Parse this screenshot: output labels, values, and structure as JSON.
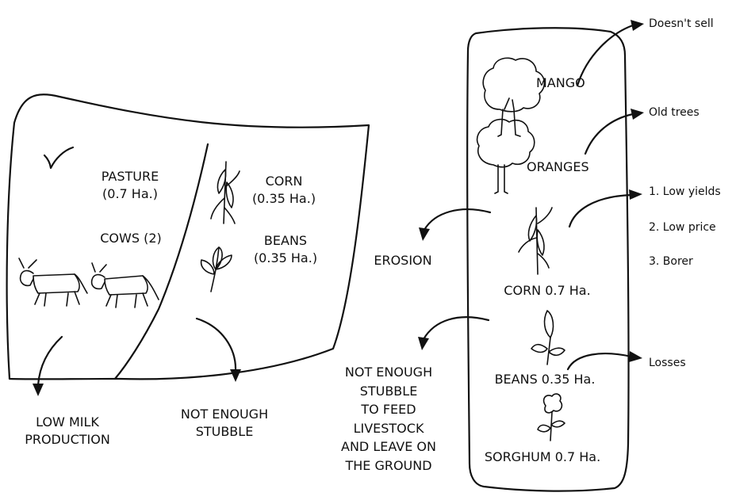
{
  "left_plot": {
    "pasture": {
      "name": "PASTURE",
      "area": "(0.7 Ha.)"
    },
    "cows": "COWS (2)",
    "corn": {
      "name": "CORN",
      "area": "(0.35 Ha.)"
    },
    "beans": {
      "name": "BEANS",
      "area": "(0.35 Ha.)"
    },
    "outcome_milk": [
      "LOW MILK",
      "PRODUCTION"
    ],
    "outcome_stubble": [
      "NOT ENOUGH",
      "STUBBLE"
    ]
  },
  "right_plot": {
    "mango": "MANGO",
    "mango_note": "Doesn't sell",
    "oranges": "ORANGES",
    "oranges_note": "Old trees",
    "corn": "CORN 0.7 Ha.",
    "corn_notes": [
      "1. Low yields",
      "2. Low price",
      "3.  Borer"
    ],
    "erosion": "EROSION",
    "beans": "BEANS 0.35 Ha.",
    "beans_note": "Losses",
    "sorghum": "SORGHUM 0.7 Ha.",
    "stubble_note": [
      "NOT ENOUGH",
      "STUBBLE",
      "TO FEED",
      "LIVESTOCK",
      "AND LEAVE ON",
      "THE GROUND"
    ]
  }
}
